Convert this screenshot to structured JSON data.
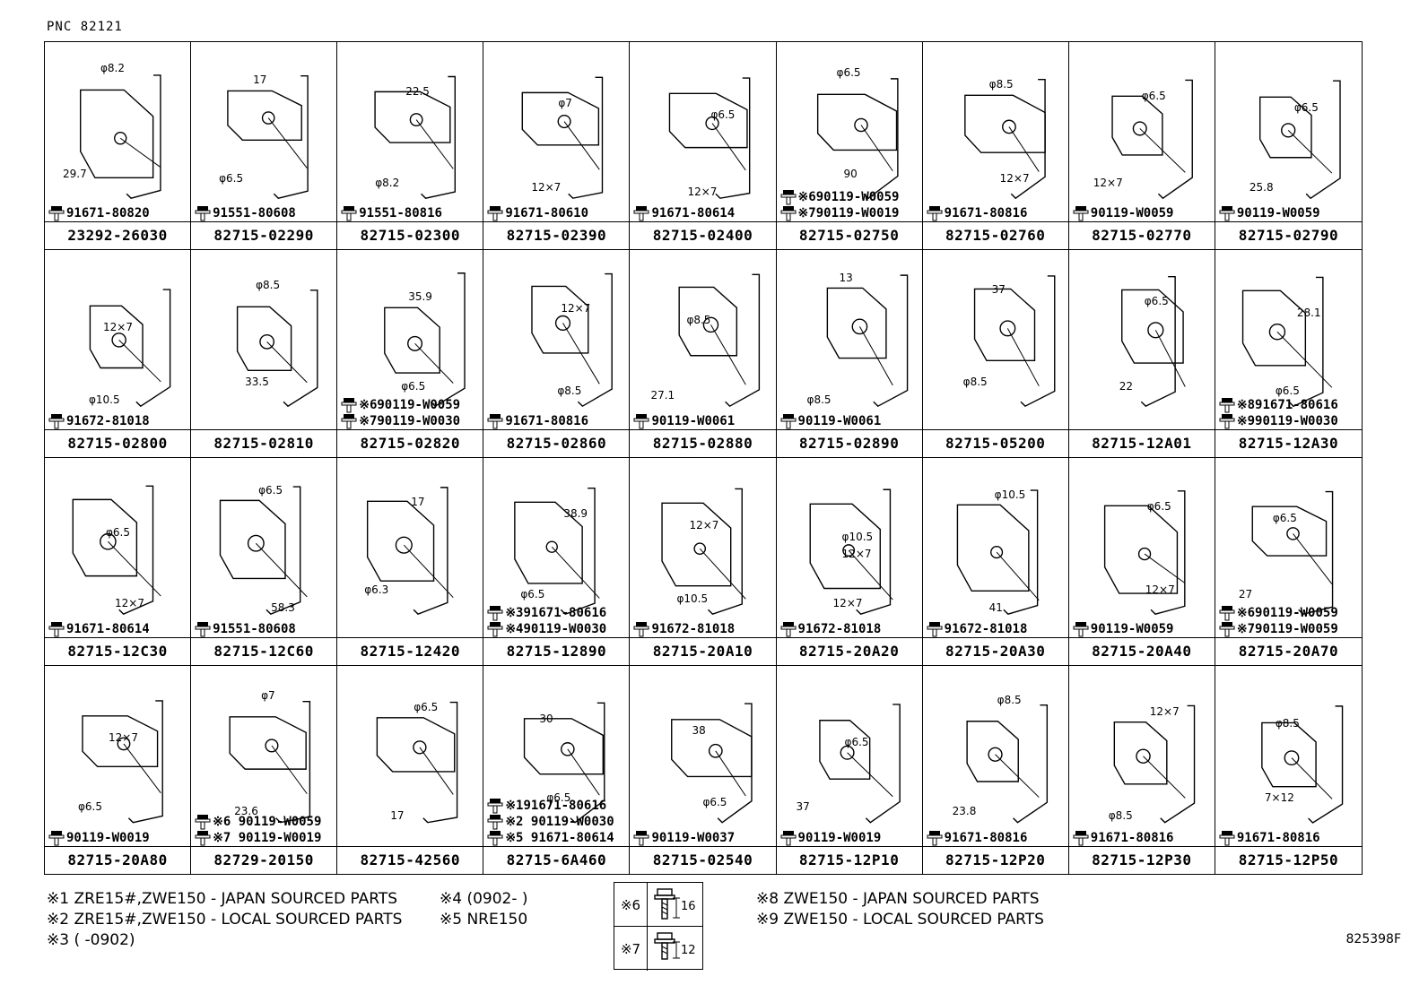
{
  "header": {
    "pnc": "PNC 82121"
  },
  "cells": [
    {
      "part": "23292-26030",
      "bolts": [
        "91671-80820"
      ],
      "dims": [
        "φ8.2",
        "29.7"
      ]
    },
    {
      "part": "82715-02290",
      "bolts": [
        "91551-80608"
      ],
      "dims": [
        "17",
        "φ6.5"
      ]
    },
    {
      "part": "82715-02300",
      "bolts": [
        "91551-80816"
      ],
      "dims": [
        "22.5",
        "φ8.2"
      ]
    },
    {
      "part": "82715-02390",
      "bolts": [
        "91671-80610"
      ],
      "dims": [
        "φ7",
        "12×7"
      ]
    },
    {
      "part": "82715-02400",
      "bolts": [
        "91671-80614"
      ],
      "dims": [
        "φ6.5",
        "12×7"
      ]
    },
    {
      "part": "82715-02750",
      "bolts": [
        "※690119-W0059",
        "※790119-W0019"
      ],
      "dims": [
        "φ6.5",
        "90"
      ]
    },
    {
      "part": "82715-02760",
      "bolts": [
        "91671-80816"
      ],
      "dims": [
        "φ8.5",
        "12×7"
      ]
    },
    {
      "part": "82715-02770",
      "bolts": [
        "90119-W0059"
      ],
      "dims": [
        "φ6.5",
        "12×7"
      ]
    },
    {
      "part": "82715-02790",
      "bolts": [
        "90119-W0059"
      ],
      "dims": [
        "φ6.5",
        "25.8"
      ]
    },
    {
      "part": "82715-02800",
      "bolts": [
        "91672-81018"
      ],
      "dims": [
        "12×7",
        "φ10.5"
      ]
    },
    {
      "part": "82715-02810",
      "bolts": [],
      "dims": [
        "φ8.5",
        "33.5"
      ]
    },
    {
      "part": "82715-02820",
      "bolts": [
        "※690119-W0059",
        "※790119-W0030"
      ],
      "dims": [
        "35.9",
        "φ6.5"
      ]
    },
    {
      "part": "82715-02860",
      "bolts": [
        "91671-80816"
      ],
      "dims": [
        "12×7",
        "φ8.5"
      ]
    },
    {
      "part": "82715-02880",
      "bolts": [
        "90119-W0061"
      ],
      "dims": [
        "φ8.5",
        "27.1"
      ]
    },
    {
      "part": "82715-02890",
      "bolts": [
        "90119-W0061"
      ],
      "dims": [
        "13",
        "φ8.5"
      ]
    },
    {
      "part": "82715-05200",
      "bolts": [],
      "dims": [
        "37",
        "φ8.5"
      ]
    },
    {
      "part": "82715-12A01",
      "bolts": [],
      "dims": [
        "φ6.5",
        "22"
      ]
    },
    {
      "part": "82715-12A30",
      "bolts": [
        "※891671-80616",
        "※990119-W0030"
      ],
      "dims": [
        "28.1",
        "φ6.5"
      ]
    },
    {
      "part": "82715-12C30",
      "bolts": [
        "91671-80614"
      ],
      "dims": [
        "φ6.5",
        "12×7"
      ]
    },
    {
      "part": "82715-12C60",
      "bolts": [
        "91551-80608"
      ],
      "dims": [
        "φ6.5",
        "58.3"
      ]
    },
    {
      "part": "82715-12420",
      "bolts": [],
      "dims": [
        "17",
        "φ6.3"
      ]
    },
    {
      "part": "82715-12890",
      "bolts": [
        "※391671-80616",
        "※490119-W0030"
      ],
      "dims": [
        "38.9",
        "φ6.5"
      ]
    },
    {
      "part": "82715-20A10",
      "bolts": [
        "91672-81018"
      ],
      "dims": [
        "12×7",
        "φ10.5"
      ]
    },
    {
      "part": "82715-20A20",
      "bolts": [
        "91672-81018"
      ],
      "dims": [
        "φ10.5",
        "12×7",
        "12×7"
      ]
    },
    {
      "part": "82715-20A30",
      "bolts": [
        "91672-81018"
      ],
      "dims": [
        "φ10.5",
        "41"
      ]
    },
    {
      "part": "82715-20A40",
      "bolts": [
        "90119-W0059"
      ],
      "dims": [
        "φ6.5",
        "12×7"
      ]
    },
    {
      "part": "82715-20A70",
      "bolts": [
        "※690119-W0059",
        "※790119-W0059"
      ],
      "dims": [
        "φ6.5",
        "27"
      ]
    },
    {
      "part": "82715-20A80",
      "bolts": [
        "90119-W0019"
      ],
      "dims": [
        "12×7",
        "φ6.5"
      ]
    },
    {
      "part": "82729-20150",
      "bolts": [
        "※6 90119-W0059",
        "※7 90119-W0019"
      ],
      "dims": [
        "φ7",
        "23.6"
      ]
    },
    {
      "part": "82715-42560",
      "bolts": [],
      "dims": [
        "φ6.5",
        "17"
      ]
    },
    {
      "part": "82715-6A460",
      "bolts": [
        "※191671-80616",
        "※2 90119-W0030",
        "※5 91671-80614"
      ],
      "dims": [
        "30",
        "φ6.5"
      ]
    },
    {
      "part": "82715-02540",
      "bolts": [
        "90119-W0037"
      ],
      "dims": [
        "38",
        "φ6.5"
      ]
    },
    {
      "part": "82715-12P10",
      "bolts": [
        "90119-W0019"
      ],
      "dims": [
        "φ6.5",
        "37"
      ]
    },
    {
      "part": "82715-12P20",
      "bolts": [
        "91671-80816"
      ],
      "dims": [
        "φ8.5",
        "23.8"
      ]
    },
    {
      "part": "82715-12P30",
      "bolts": [
        "91671-80816"
      ],
      "dims": [
        "12×7",
        "φ8.5"
      ]
    },
    {
      "part": "82715-12P50",
      "bolts": [
        "91671-80816"
      ],
      "dims": [
        "φ8.5",
        "7×12"
      ]
    }
  ],
  "notes": {
    "col1": [
      "※1 ZRE15#,ZWE150 - JAPAN SOURCED PARTS",
      "※2 ZRE15#,ZWE150 - LOCAL SOURCED PARTS",
      "※3 (        -0902)"
    ],
    "col2": [
      "※4  (0902-          )",
      "※5  NRE150"
    ],
    "col3": [
      "※8  ZWE150 - JAPAN SOURCED PARTS",
      "※9  ZWE150 - LOCAL SOURCED PARTS"
    ]
  },
  "legend": [
    {
      "mark": "※6",
      "length": "16"
    },
    {
      "mark": "※7",
      "length": "12"
    }
  ],
  "reference": "825398F"
}
